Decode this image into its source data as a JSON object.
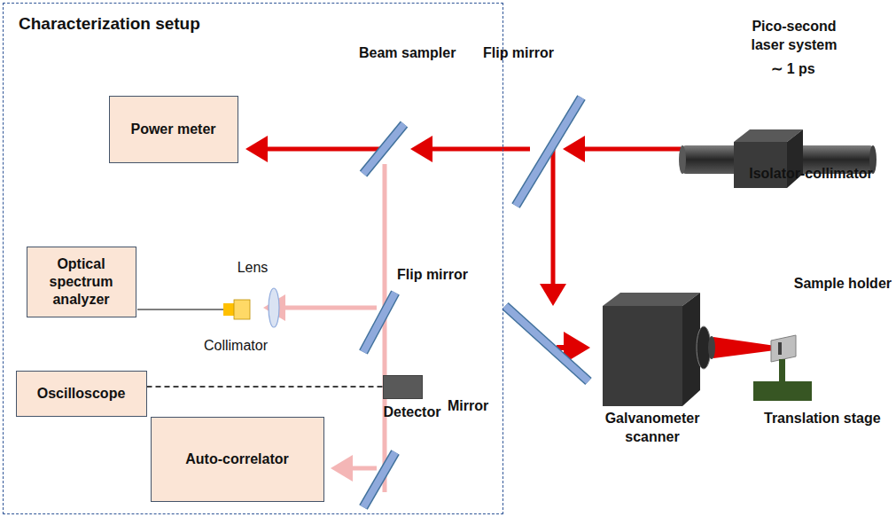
{
  "diagram": {
    "nodes": [
      {
        "text": [
          "Characterization setup"
        ]
      },
      {
        "text": [
          "Power meter"
        ],
        "in": 0
      },
      {
        "text": [
          "Optical spectrum analyzer"
        ],
        "in": 0
      },
      {
        "text": [
          "Oscilloscope"
        ],
        "in": 0
      },
      {
        "text": [
          "Auto-correlator"
        ],
        "in": 0
      },
      {
        "text": [
          "Detector"
        ],
        "in": 0
      }
    ],
    "edges": [
      {
        "from": 3,
        "to": 5,
        "arrow": "none"
      }
    ],
    "labels": [
      "Beam sampler",
      "Flip mirror",
      "Pico-second laser system",
      "∼ 1 ps",
      "Isolator-collimator",
      "Lens",
      "Collimator",
      "Flip mirror",
      "Mirror",
      "Galvanometer scanner",
      "Sample holder",
      "Translation stage"
    ]
  }
}
